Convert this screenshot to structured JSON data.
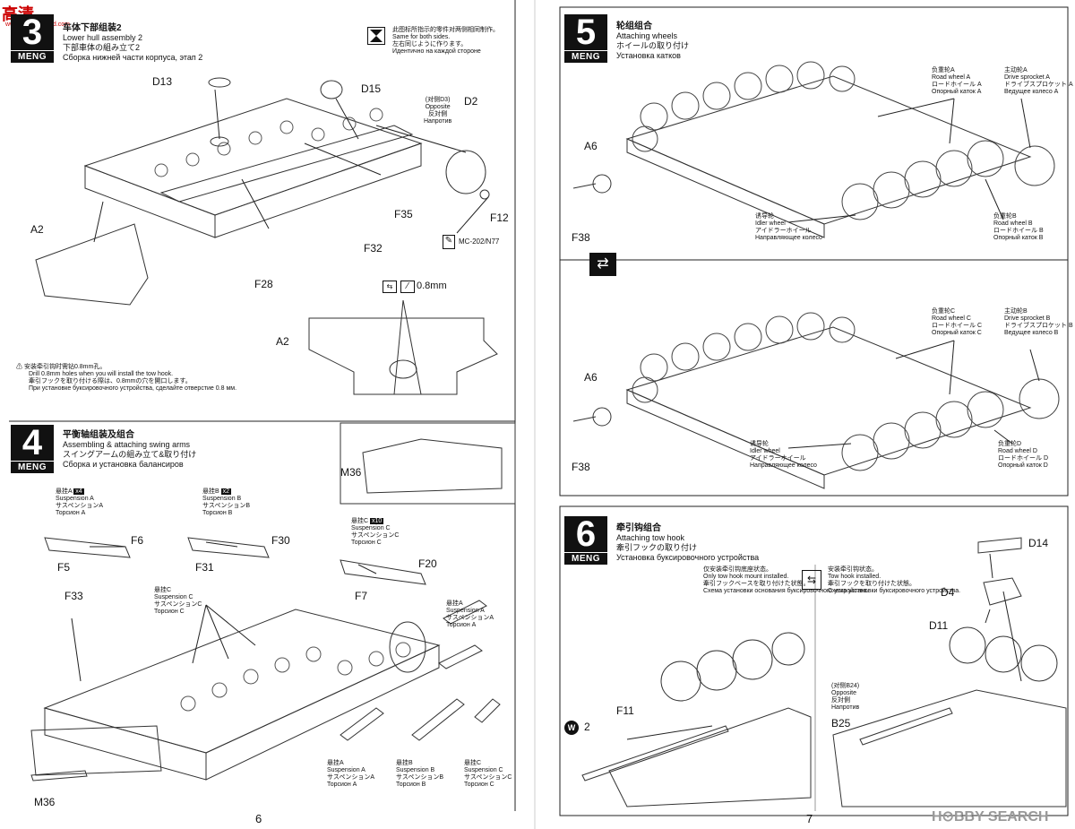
{
  "header_logo": {
    "left_text": "高清",
    "sub": "www.hobbyseafod.com"
  },
  "steps": {
    "s3": {
      "num": "3",
      "brand": "MENG",
      "cn": "车体下部组装2",
      "en": "Lower hull assembly 2",
      "jp": "下部車体の組み立て2",
      "ru": "Сборка нижней части корпуса, этап 2"
    },
    "s4": {
      "num": "4",
      "brand": "MENG",
      "cn": "平衡轴组装及组合",
      "en": "Assembling & attaching swing arms",
      "jp": "スイングアームの組み立て&取り付け",
      "ru": "Сборка и установка балансиров"
    },
    "s5": {
      "num": "5",
      "brand": "MENG",
      "cn": "轮组组合",
      "en": "Attaching wheels",
      "jp": "ホイールの取り付け",
      "ru": "Установка катков"
    },
    "s6": {
      "num": "6",
      "brand": "MENG",
      "cn": "牵引钩组合",
      "en": "Attaching tow hook",
      "jp": "牽引フックの取り付け",
      "ru": "Установка буксировочного устройства"
    }
  },
  "notes": {
    "same_both": {
      "cn": "此图标所指示的零件对两侧相同制作。",
      "en": "Same for both sides.",
      "jp": "左右同じように作ります。",
      "ru": "Идентично на каждой стороне"
    },
    "drill": {
      "cn": "安装牵引钩时需钻0.8mm孔。",
      "en": "Drill 0.8mm holes when you will install the tow hook.",
      "jp": "牽引フックを取り付ける際は、0.8mmの穴を開口します。",
      "ru": "При установке буксировочного устройства, сделайте отверстие 0.8 мм."
    },
    "drill_size": "0.8mm",
    "opposite_d3": {
      "cn": "(对侧D3)",
      "en": "Opposite",
      "jp": "反対側",
      "ru": "Напротив"
    },
    "opposite_b24": {
      "cn": "(对侧B24)",
      "en": "Opposite",
      "jp": "反対側",
      "ru": "Напротив"
    },
    "paint": "MC-202/N77",
    "mount_only": {
      "cn": "仅安装牵引钩底座状态。",
      "en": "Only tow hook mount installed.",
      "jp": "牽引フックベースを取り付けた状態。",
      "ru": "Схема установки основания буксировочного устройства."
    },
    "hook_installed": {
      "cn": "安装牵引钩状态。",
      "en": "Tow hook installed.",
      "jp": "牽引フックを取り付けた状態。",
      "ru": "Схема установки буксировочного устройства."
    }
  },
  "parts_s3": {
    "d13": "D13",
    "d15": "D15",
    "d2": "D2",
    "a2": "A2",
    "f35": "F35",
    "f12": "F12",
    "f32": "F32",
    "f28": "F28",
    "a2b": "A2"
  },
  "parts_s4": {
    "m36": "M36",
    "f6": "F6",
    "f5": "F5",
    "f30": "F30",
    "f31": "F31",
    "f20": "F20",
    "f7": "F7",
    "f33": "F33",
    "m36b": "M36"
  },
  "suspensions": {
    "a": {
      "cn": "悬挂A",
      "en": "Suspension A",
      "jp": "サスペンションA",
      "ru": "Торсион A",
      "count": "x4"
    },
    "b": {
      "cn": "悬挂B",
      "en": "Suspension B",
      "jp": "サスペンションB",
      "ru": "Торсион B",
      "count": "x2"
    },
    "c": {
      "cn": "悬挂C",
      "en": "Suspension C",
      "jp": "サスペンションC",
      "ru": "Торсион C",
      "count": "x10"
    }
  },
  "wheels": {
    "rwa": {
      "cn": "负重轮A",
      "en": "Road wheel A",
      "jp": "ロードホイール A",
      "ru": "Опорный каток A"
    },
    "dsa": {
      "cn": "主动轮A",
      "en": "Drive sprocket A",
      "jp": "ドライブスプロケット A",
      "ru": "Ведущее колесо A"
    },
    "idl": {
      "cn": "诱导轮",
      "en": "Idler wheel",
      "jp": "アイドラーホイール",
      "ru": "Направляющее колесо"
    },
    "rwb": {
      "cn": "负重轮B",
      "en": "Road wheel B",
      "jp": "ロードホイール B",
      "ru": "Опорный каток B"
    },
    "rwc": {
      "cn": "负重轮C",
      "en": "Road wheel C",
      "jp": "ロードホイール C",
      "ru": "Опорный каток C"
    },
    "dsb": {
      "cn": "主动轮B",
      "en": "Drive sprocket B",
      "jp": "ドライブスプロケット B",
      "ru": "Ведущее колесо B"
    },
    "rwd": {
      "cn": "负重轮D",
      "en": "Road wheel D",
      "jp": "ロードホイール D",
      "ru": "Опорный каток D"
    }
  },
  "parts_s5": {
    "a6": "A6",
    "f38": "F38",
    "a6b": "A6",
    "f38b": "F38"
  },
  "parts_s6": {
    "d14": "D14",
    "d4": "D4",
    "d11": "D11",
    "b25": "B25",
    "f11": "F11",
    "w": "W",
    "wcount": "2"
  },
  "page_numbers": {
    "left": "6",
    "right": "7"
  },
  "watermark": "H⊙BBY SEARCH"
}
